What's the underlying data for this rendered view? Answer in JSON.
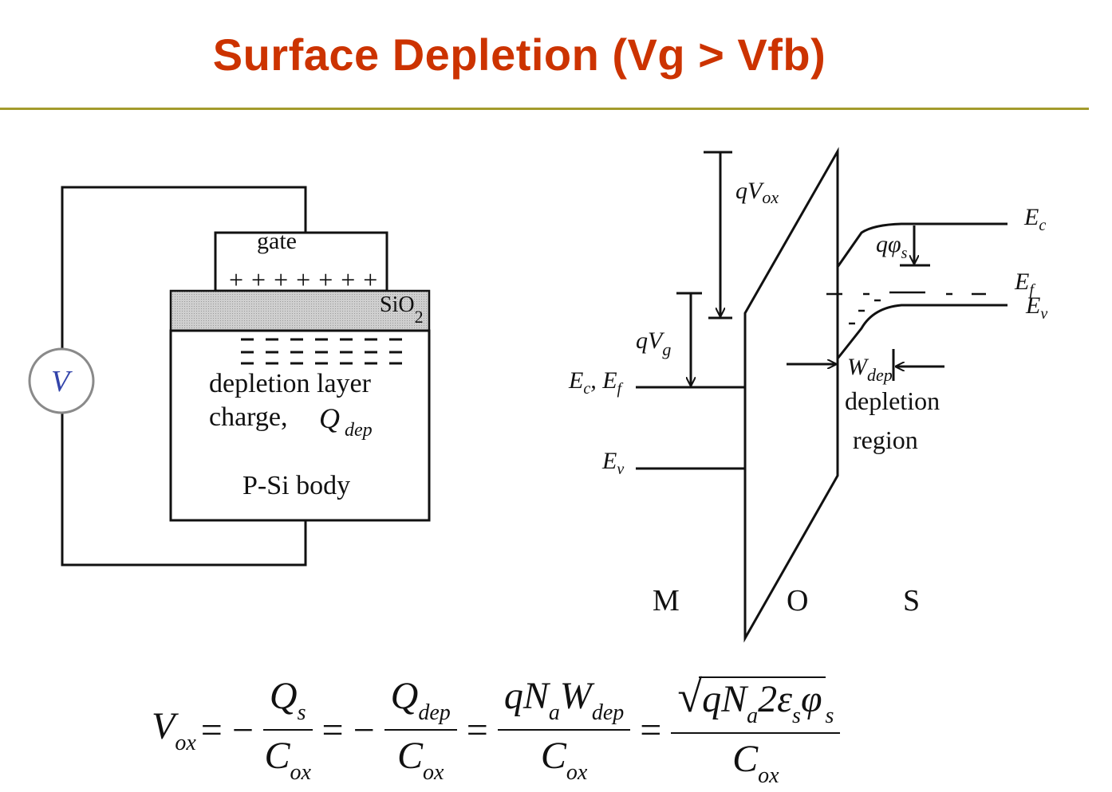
{
  "title": "Surface Depletion (Vg > Vfb)",
  "device": {
    "voltmeter": "V",
    "gate": "gate",
    "plus_charges": "+ + + + + + +",
    "oxide": "SiO",
    "oxide_sub": "2",
    "depletion_line1": "depletion layer",
    "depletion_line2": "charge,",
    "qdep": "Q",
    "qdep_sub": "dep",
    "body": "P-Si body"
  },
  "band": {
    "qvox": "qV",
    "qvox_sub": "ox",
    "qvg": "qV",
    "qvg_sub": "g",
    "ec_ef": "E",
    "ec_ef_sub1": "c",
    "ec_ef_mid": ", E",
    "ec_ef_sub2": "f",
    "ev_left": "E",
    "ev_left_sub": "v",
    "ec_right": "E",
    "ec_right_sub": "c",
    "ef_right": "E",
    "ef_right_sub": "f",
    "ev_right": "E",
    "ev_right_sub": "v",
    "qphi": "qφ",
    "qphi_sub": "s",
    "wdep": "W",
    "wdep_sub": "dep",
    "dep_region1": "depletion",
    "dep_region2": "region",
    "m": "M",
    "o": "O",
    "s": "S"
  },
  "equation": {
    "lhs": "V",
    "lhs_sub": "ox",
    "eq": "=",
    "minus": "−",
    "f1_num": "Q",
    "f1_num_sub": "s",
    "f1_den": "C",
    "f1_den_sub": "ox",
    "f2_num": "Q",
    "f2_num_sub": "dep",
    "f2_den": "C",
    "f2_den_sub": "ox",
    "f3_num_a": "qN",
    "f3_num_a_sub": "a",
    "f3_num_b": "W",
    "f3_num_b_sub": "dep",
    "f3_den": "C",
    "f3_den_sub": "ox",
    "f4_radical": "√",
    "f4_num_a": "qN",
    "f4_num_a_sub": "a",
    "f4_num_b": "2ε",
    "f4_num_b_sub": "s",
    "f4_num_c": "φ",
    "f4_num_c_sub": "s",
    "f4_den": "C",
    "f4_den_sub": "ox"
  },
  "colors": {
    "title": "#cc3300",
    "rule": "#a39b2c",
    "oxide_fill": "#c8c8c8",
    "voltmeter_text": "#3344aa"
  }
}
